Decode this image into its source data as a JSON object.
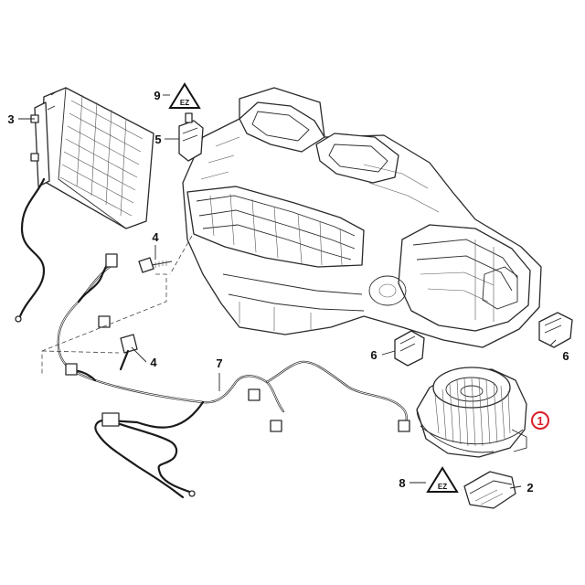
{
  "callouts": {
    "c1": "1",
    "c2": "2",
    "c3": "3",
    "c4a": "4",
    "c4b": "4",
    "c5": "5",
    "c6a": "6",
    "c6b": "6",
    "c7": "7",
    "c8": "8",
    "c9": "9"
  },
  "warning_badges": {
    "upper": "EZ",
    "lower": "EZ"
  },
  "highlight_color": "#d9202a"
}
